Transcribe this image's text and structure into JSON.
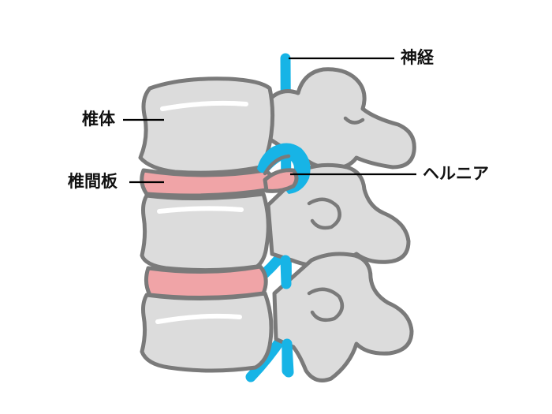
{
  "labels": {
    "nerve": "神経",
    "vertebral_body": "椎体",
    "disc": "椎間板",
    "hernia": "ヘルニア"
  },
  "colors": {
    "bone_fill": "#dcdcdc",
    "bone_outline": "#7a7a7a",
    "disc": "#f0a4a7",
    "nerve": "#17b4e6",
    "leader": "#000000"
  }
}
